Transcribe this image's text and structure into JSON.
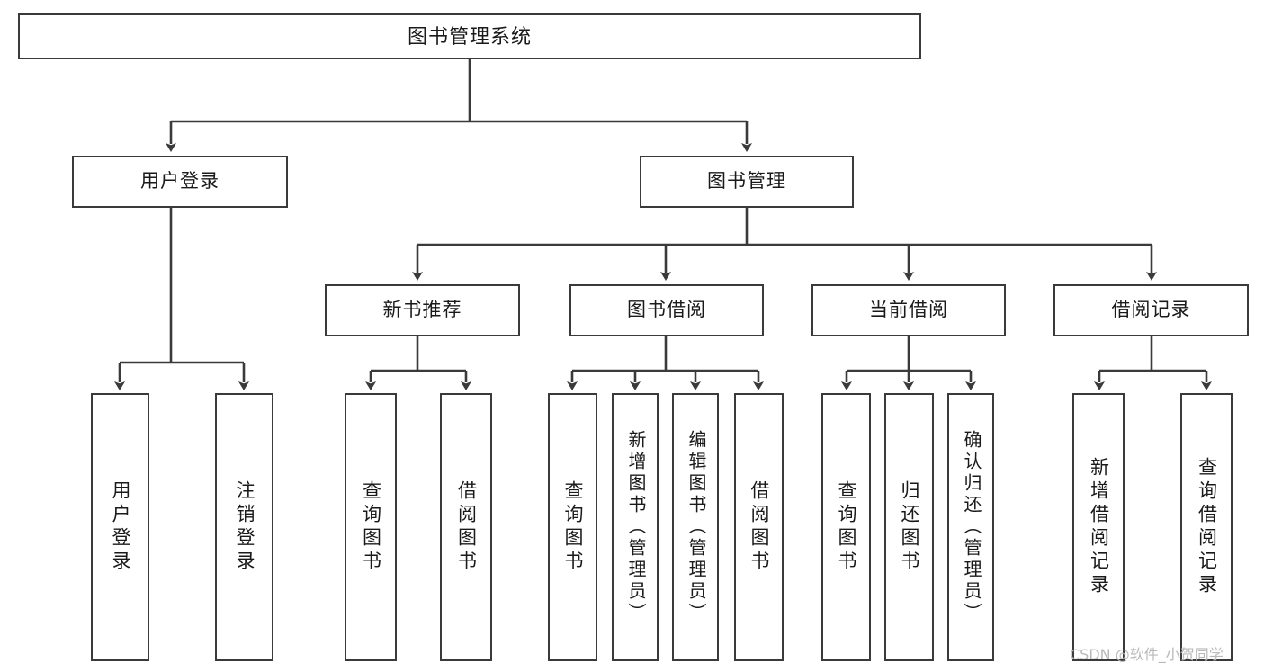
{
  "diagram": {
    "title": "图书管理系统",
    "type": "tree",
    "watermark": "CSDN @软件_小贺同学",
    "stroke_color": "#3a3a3a",
    "fill_color": "#ffffff",
    "text_color": "#1a1a1a",
    "watermark_color": "#b9b9b9"
  },
  "nodes": {
    "root": {
      "label": "图书管理系统"
    },
    "level1": [
      {
        "id": "user-login",
        "label": "用户登录"
      },
      {
        "id": "book-manage",
        "label": "图书管理"
      }
    ],
    "level2": [
      {
        "id": "new-book-recommend",
        "label": "新书推荐"
      },
      {
        "id": "book-borrow",
        "label": "图书借阅"
      },
      {
        "id": "current-borrow",
        "label": "当前借阅"
      },
      {
        "id": "borrow-record",
        "label": "借阅记录"
      }
    ],
    "leaves": {
      "user-login": [
        {
          "id": "leaf-user-login",
          "label": "用户登录"
        },
        {
          "id": "leaf-user-logout",
          "label": "注销登录"
        }
      ],
      "new-book-recommend": [
        {
          "id": "leaf-query-book-1",
          "label": "查询图书"
        },
        {
          "id": "leaf-borrow-book-1",
          "label": "借阅图书"
        }
      ],
      "book-borrow": [
        {
          "id": "leaf-query-book-2",
          "label": "查询图书"
        },
        {
          "id": "leaf-add-book",
          "label": "新增图书（管理员）"
        },
        {
          "id": "leaf-edit-book",
          "label": "编辑图书（管理员）"
        },
        {
          "id": "leaf-borrow-book-2",
          "label": "借阅图书"
        }
      ],
      "current-borrow": [
        {
          "id": "leaf-query-book-3",
          "label": "查询图书"
        },
        {
          "id": "leaf-return-book",
          "label": "归还图书"
        },
        {
          "id": "leaf-confirm-return",
          "label": "确认归还（管理员）"
        }
      ],
      "borrow-record": [
        {
          "id": "leaf-add-record",
          "label": "新增借阅记录"
        },
        {
          "id": "leaf-query-record",
          "label": "查询借阅记录"
        }
      ]
    }
  },
  "chart_data": {
    "type": "tree",
    "title": "图书管理系统",
    "root": "图书管理系统",
    "levels": 4,
    "edges": [
      [
        "图书管理系统",
        "用户登录"
      ],
      [
        "图书管理系统",
        "图书管理"
      ],
      [
        "用户登录",
        "用户登录"
      ],
      [
        "用户登录",
        "注销登录"
      ],
      [
        "图书管理",
        "新书推荐"
      ],
      [
        "图书管理",
        "图书借阅"
      ],
      [
        "图书管理",
        "当前借阅"
      ],
      [
        "图书管理",
        "借阅记录"
      ],
      [
        "新书推荐",
        "查询图书"
      ],
      [
        "新书推荐",
        "借阅图书"
      ],
      [
        "图书借阅",
        "查询图书"
      ],
      [
        "图书借阅",
        "新增图书（管理员）"
      ],
      [
        "图书借阅",
        "编辑图书（管理员）"
      ],
      [
        "图书借阅",
        "借阅图书"
      ],
      [
        "当前借阅",
        "查询图书"
      ],
      [
        "当前借阅",
        "归还图书"
      ],
      [
        "当前借阅",
        "确认归还（管理员）"
      ],
      [
        "借阅记录",
        "新增借阅记录"
      ],
      [
        "借阅记录",
        "查询借阅记录"
      ]
    ]
  }
}
